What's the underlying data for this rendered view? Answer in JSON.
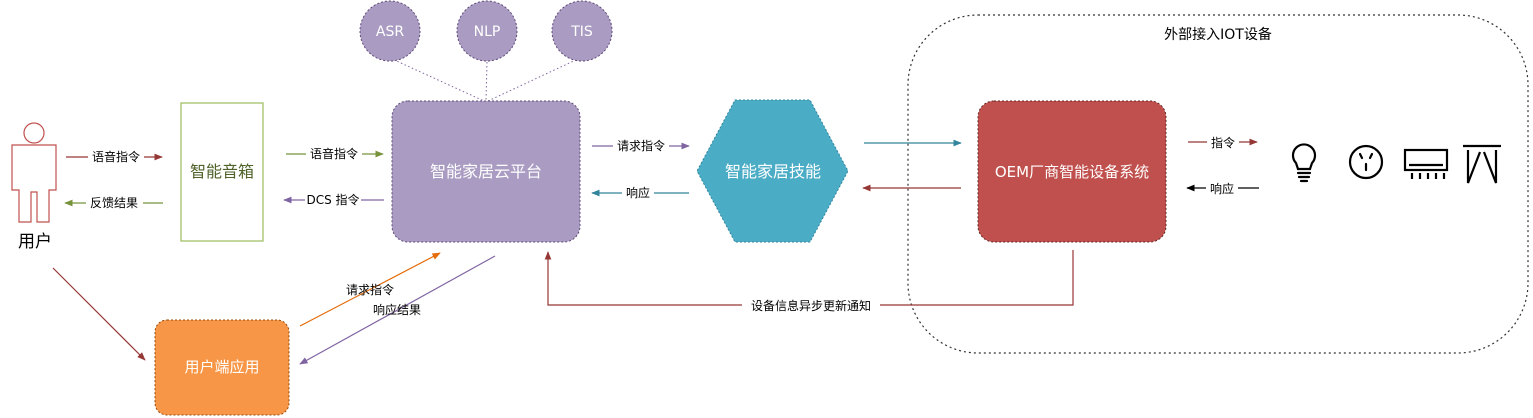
{
  "user": {
    "label": "用户"
  },
  "nodes": {
    "speaker": "智能音箱",
    "cloud": "智能家居云平台",
    "skill": "智能家居技能",
    "oem": "OEM厂商智能设备系统",
    "app": "用户端应用"
  },
  "services": [
    "ASR",
    "NLP",
    "TIS"
  ],
  "iot_group": {
    "title": "外部接入IOT设备"
  },
  "arrows": {
    "user_to_speaker": "语音指令",
    "speaker_to_user": "反馈结果",
    "speaker_to_cloud": "语音指令",
    "cloud_to_speaker": "DCS 指令",
    "cloud_to_skill": "请求指令",
    "skill_to_cloud": "响应",
    "oem_to_devices": "指令",
    "devices_to_oem": "响应",
    "app_to_cloud": "请求指令",
    "cloud_to_app": "响应结果",
    "oem_to_cloud_notify": "设备信息异步更新通知"
  },
  "devices": [
    "bulb-icon",
    "socket-icon",
    "air-conditioner-icon",
    "curtain-icon"
  ],
  "colors": {
    "user_red": "#c0504d",
    "speaker_border": "#9bbb59",
    "speaker_text": "#4f6228",
    "cloud_fill": "#a99bc1",
    "skill_fill": "#4bacc6",
    "oem_fill": "#c0504d",
    "app_fill": "#f79646",
    "service_fill": "#a99bc1",
    "green_arrow": "#77933c",
    "purple_arrow": "#8064a2",
    "teal_arrow": "#31859c",
    "dark_red_arrow": "#953735",
    "orange_arrow": "#e46c0a"
  }
}
